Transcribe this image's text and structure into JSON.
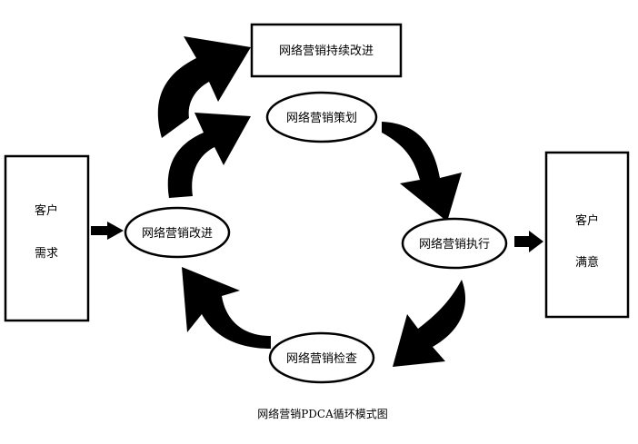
{
  "nodes": {
    "continuous_improvement": "网络营销持续改进",
    "planning": "网络营销策划",
    "execution": "网络营销执行",
    "check": "网络营销检查",
    "improvement": "网络营销改进"
  },
  "customer_needs": {
    "line1": "客户",
    "line2": "需求"
  },
  "customer_satisfaction": {
    "line1": "客户",
    "line2": "满意"
  },
  "caption": "网络营销PDCA循环模式图",
  "colors": {
    "ink": "#000000",
    "background": "#ffffff"
  }
}
